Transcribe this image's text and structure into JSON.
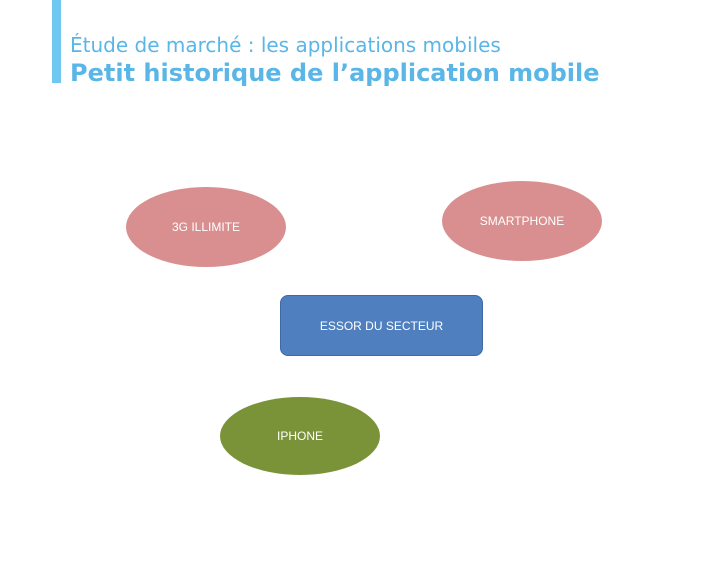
{
  "header": {
    "subtitle": "Étude de marché : les applications mobiles",
    "title": "Petit historique de l’application mobile"
  },
  "diagram": {
    "nodes": {
      "three_g": {
        "label": "3G ILLIMITE",
        "shape": "ellipse",
        "color": "#d98f8f"
      },
      "smartphone": {
        "label": "SMARTPHONE",
        "shape": "ellipse",
        "color": "#d98f8f"
      },
      "essor": {
        "label": "ESSOR DU SECTEUR",
        "shape": "rounded-rectangle",
        "color": "#4f7fbf"
      },
      "iphone": {
        "label": "IPHONE",
        "shape": "ellipse",
        "color": "#7a9339"
      }
    }
  },
  "colors": {
    "accent": "#6fc8f2",
    "heading": "#5ab6e6"
  }
}
